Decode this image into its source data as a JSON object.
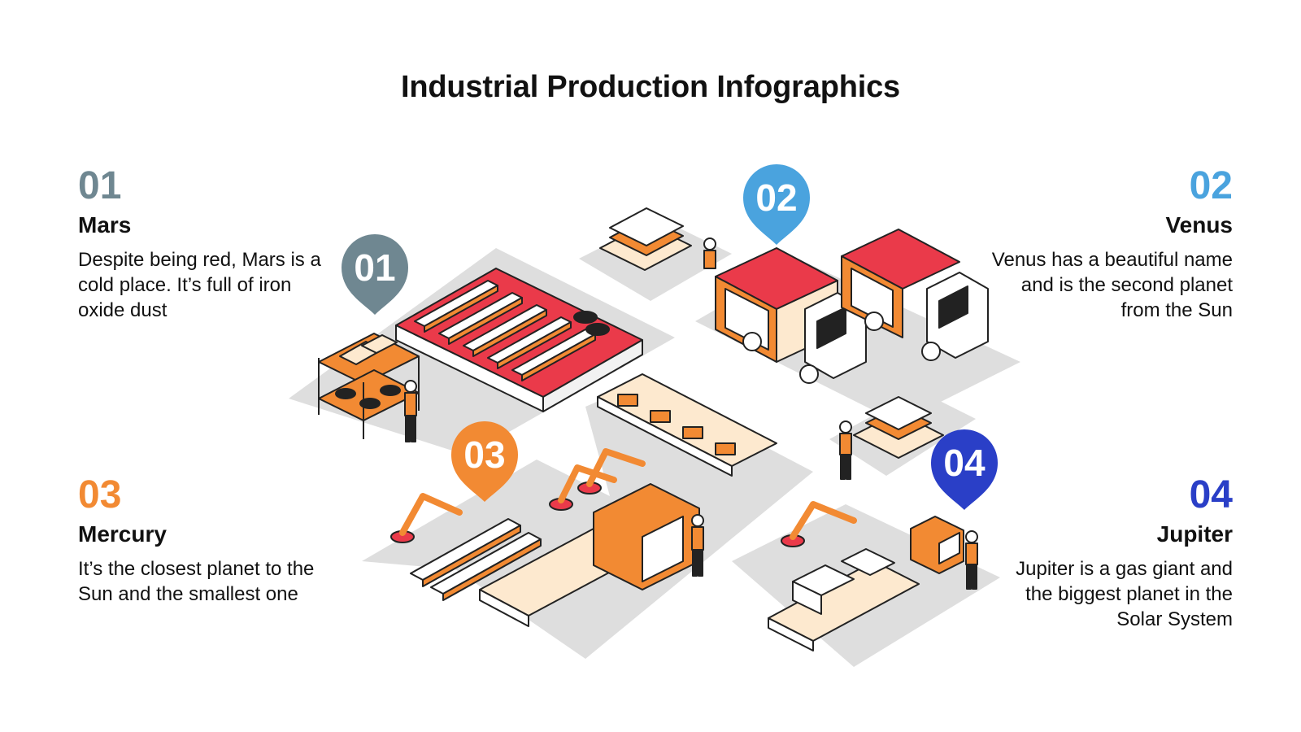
{
  "title": "Industrial Production Infographics",
  "colors": {
    "step1": "#6f8791",
    "step2": "#4aa3de",
    "step3": "#f28a33",
    "step4": "#2a3fc7",
    "floor": "#dedede",
    "accent_red": "#ea3a4a",
    "accent_orange": "#f28a33",
    "cream": "#fde9cf",
    "outline": "#222222"
  },
  "steps": [
    {
      "number": "01",
      "name": "Mars",
      "description": "Despite being red, Mars is a cold place. It’s full of iron oxide dust"
    },
    {
      "number": "02",
      "name": "Venus",
      "description": "Venus has a beautiful name and is the second planet from the Sun"
    },
    {
      "number": "03",
      "name": "Mercury",
      "description": "It’s the closest planet to the Sun and the smallest one"
    },
    {
      "number": "04",
      "name": "Jupiter",
      "description": "Jupiter is a gas giant and the biggest planet in the Solar System"
    }
  ],
  "pins": [
    "01",
    "02",
    "03",
    "04"
  ],
  "illustration": {
    "scenes": [
      "storage-area",
      "loading-dock",
      "assembly-line",
      "packing-station"
    ]
  }
}
